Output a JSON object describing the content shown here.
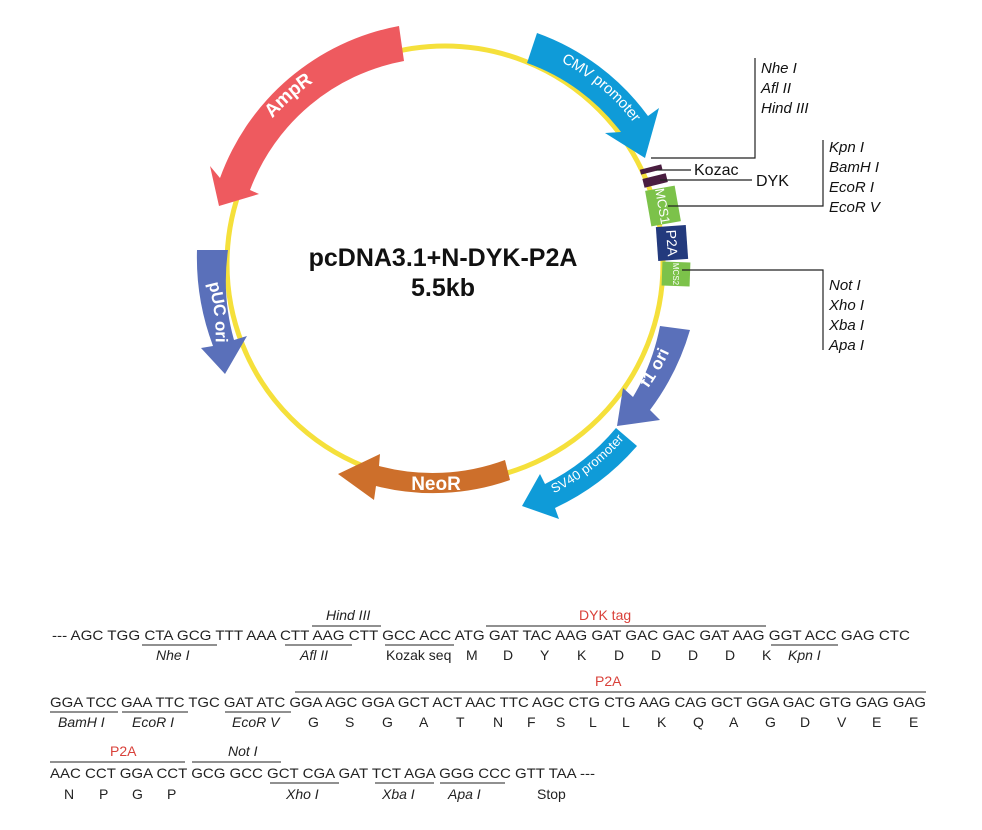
{
  "plasmid": {
    "title": "pcDNA3.1+N-DYK-P2A",
    "size": "5.5kb",
    "colors": {
      "backbone": "#f5e03b",
      "ampr": "#ee5a5f",
      "cmv": "#0f9bd8",
      "ori": "#5a70ba",
      "neo": "#cd6f2b",
      "mcs": "#7cc24a",
      "p2a": "#233a7d",
      "kozak": "#4a1d40",
      "red": "#d9413a"
    },
    "features": {
      "ampr": "AmpR",
      "cmv": "CMV promoter",
      "puc": "pUC ori",
      "f1": "f1 ori",
      "sv40": "SV40 promoter",
      "neor": "NeoR",
      "mcs1": "MCS1",
      "p2a": "P2A",
      "mcs2": "MCS2"
    },
    "callouts": {
      "kozac": "Kozac",
      "dyk": "DYK",
      "group1": [
        "Nhe I",
        "Afl II",
        "Hind III"
      ],
      "group2": [
        "Kpn I",
        "BamH I",
        "EcoR I",
        "EcoR V"
      ],
      "group3": [
        "Not I",
        "Xho I",
        "Xba I",
        "Apa I"
      ]
    }
  },
  "sequence": {
    "line1": {
      "codons": "--- AGC TGG CTA GCG TTT AAA CTT AAG CTT GCC ACC ATG GAT TAC AAG GAT GAC GAC GAT AAG GGT ACC GAG CTC",
      "hind": "Hind III",
      "dyk_tag": "DYK tag",
      "nhe": "Nhe I",
      "afl": "Afl II",
      "kozak": "Kozak  seq",
      "aa": [
        "M",
        "D",
        "Y",
        "K",
        "D",
        "D",
        "D",
        "D",
        "K"
      ],
      "kpn": "Kpn I"
    },
    "line2": {
      "codons": "GGA TCC GAA TTC TGC GAT ATC GGA AGC GGA GCT ACT AAC TTC AGC CTG CTG AAG CAG GCT GGA GAC GTG GAG GAG",
      "p2a": "P2A",
      "bam": "BamH I",
      "ecori": "EcoR I",
      "ecorv": "EcoR V",
      "aa": [
        "G",
        "S",
        "G",
        "A",
        "T",
        "N",
        "F",
        "S",
        "L",
        "L",
        "K",
        "Q",
        "A",
        "G",
        "D",
        "V",
        "E",
        "E"
      ]
    },
    "line3": {
      "codons": "AAC CCT GGA CCT GCG GCC GCT CGA GAT TCT AGA GGG CCC GTT TAA ---",
      "p2a": "P2A",
      "not": "Not I",
      "aa": [
        "N",
        "P",
        "G",
        "P"
      ],
      "xho": "Xho I",
      "xba": "Xba I",
      "apa": "Apa I",
      "stop": "Stop"
    }
  }
}
